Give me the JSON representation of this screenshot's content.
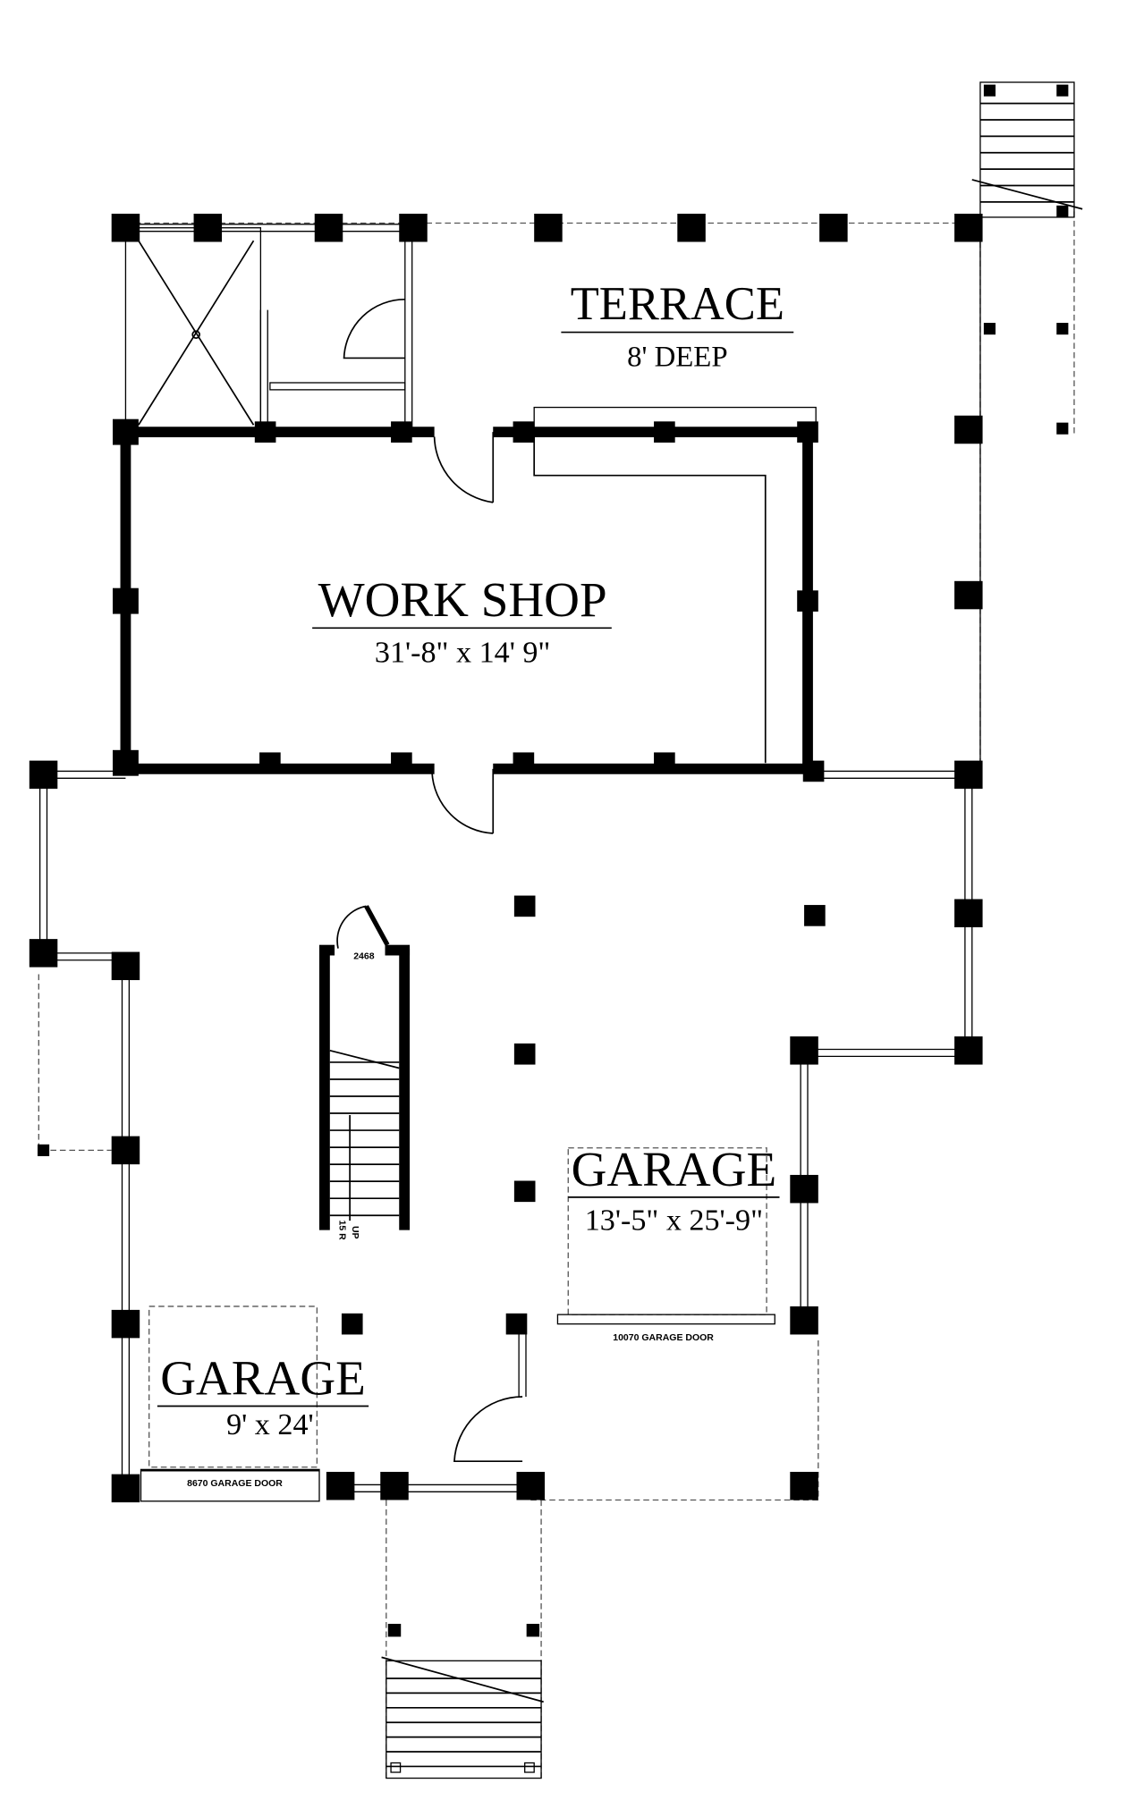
{
  "rooms": {
    "terrace": {
      "name": "TERRACE",
      "size": "8' DEEP"
    },
    "workshop": {
      "name": "WORK SHOP",
      "size": "31'-8\" x 14' 9\""
    },
    "garage_large": {
      "name": "GARAGE",
      "size": "13'-5\" x 25'-9\""
    },
    "garage_small": {
      "name": "GARAGE",
      "size": "9' x 24'"
    }
  },
  "labels": {
    "garage_door_small": "8670 GARAGE DOOR",
    "garage_door_large": "10070 GARAGE DOOR",
    "stair_door": "2468",
    "stair_up": "UP",
    "stair_risers": "15 R"
  }
}
